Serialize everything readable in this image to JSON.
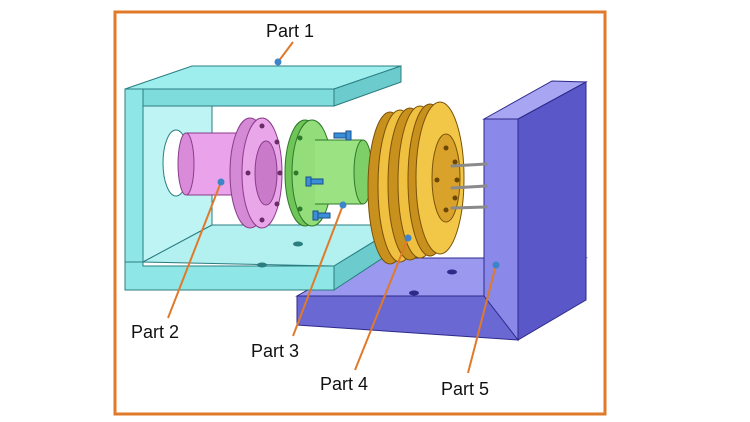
{
  "colors": {
    "frame": "#e07a2a",
    "leader": "#e07a2a",
    "part1": "#8fe6e6",
    "part2": "#e79be6",
    "part3": "#86d86a",
    "part4": "#e8b430",
    "part5": "#7a78df"
  },
  "labels": {
    "part1": "Part 1",
    "part2": "Part 2",
    "part3": "Part 3",
    "part4": "Part 4",
    "part5": "Part 5"
  }
}
